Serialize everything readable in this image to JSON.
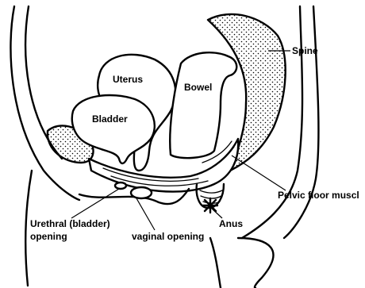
{
  "labels": {
    "spine": "Spine",
    "uterus": "Uterus",
    "bowel": "Bowel",
    "bladder": "Bladder",
    "pelvic_floor": "Pelvic floor muscl",
    "anus": "Anus",
    "urethral_line1": "Urethral (bladder)",
    "urethral_line2": "opening",
    "vaginal": "vaginal opening"
  }
}
